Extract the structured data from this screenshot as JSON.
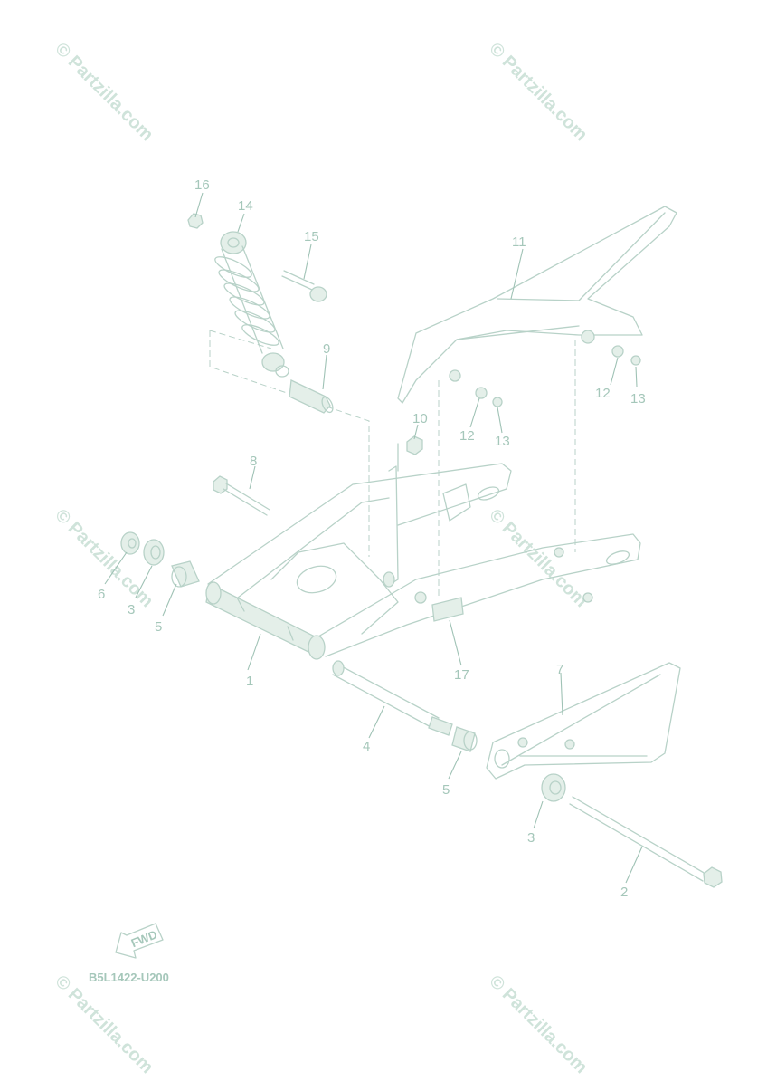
{
  "diagram_code": "B5L1422-U200",
  "fwd_label": "FWD",
  "watermark": "© Partzilla.com",
  "colors": {
    "line": "#b8d2c8",
    "label": "#a5c7ba",
    "watermark": "#cfe3da"
  },
  "callouts": [
    "1",
    "2",
    "3",
    "3",
    "4",
    "5",
    "5",
    "6",
    "7",
    "8",
    "9",
    "10",
    "11",
    "12",
    "12",
    "13",
    "13",
    "14",
    "15",
    "16",
    "17"
  ]
}
